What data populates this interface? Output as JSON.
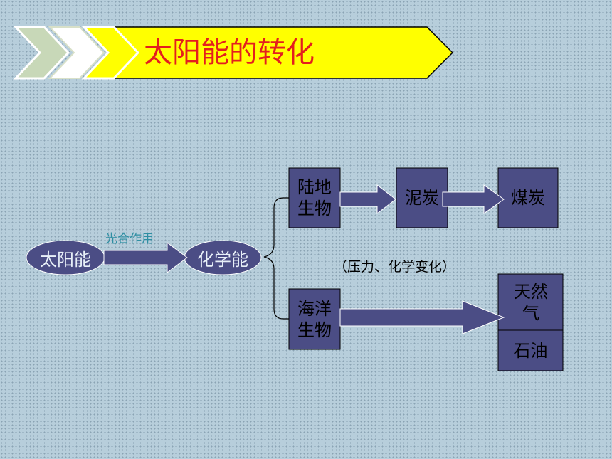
{
  "title": "太阳能的转化",
  "nodes": {
    "solar": "太阳能",
    "chemical": "化学能",
    "land": "陆地生物",
    "peat": "泥炭",
    "coal": "煤炭",
    "marine": "海洋生物",
    "gas": "天然气",
    "oil": "石油"
  },
  "labels": {
    "photosynthesis": "光合作用",
    "pressure": "（压力、化学变化）"
  },
  "colors": {
    "box_fill": "#4b4d85",
    "title_band": "#ffff00",
    "title_text": "#e41e1e",
    "background": "#b7cedb"
  }
}
